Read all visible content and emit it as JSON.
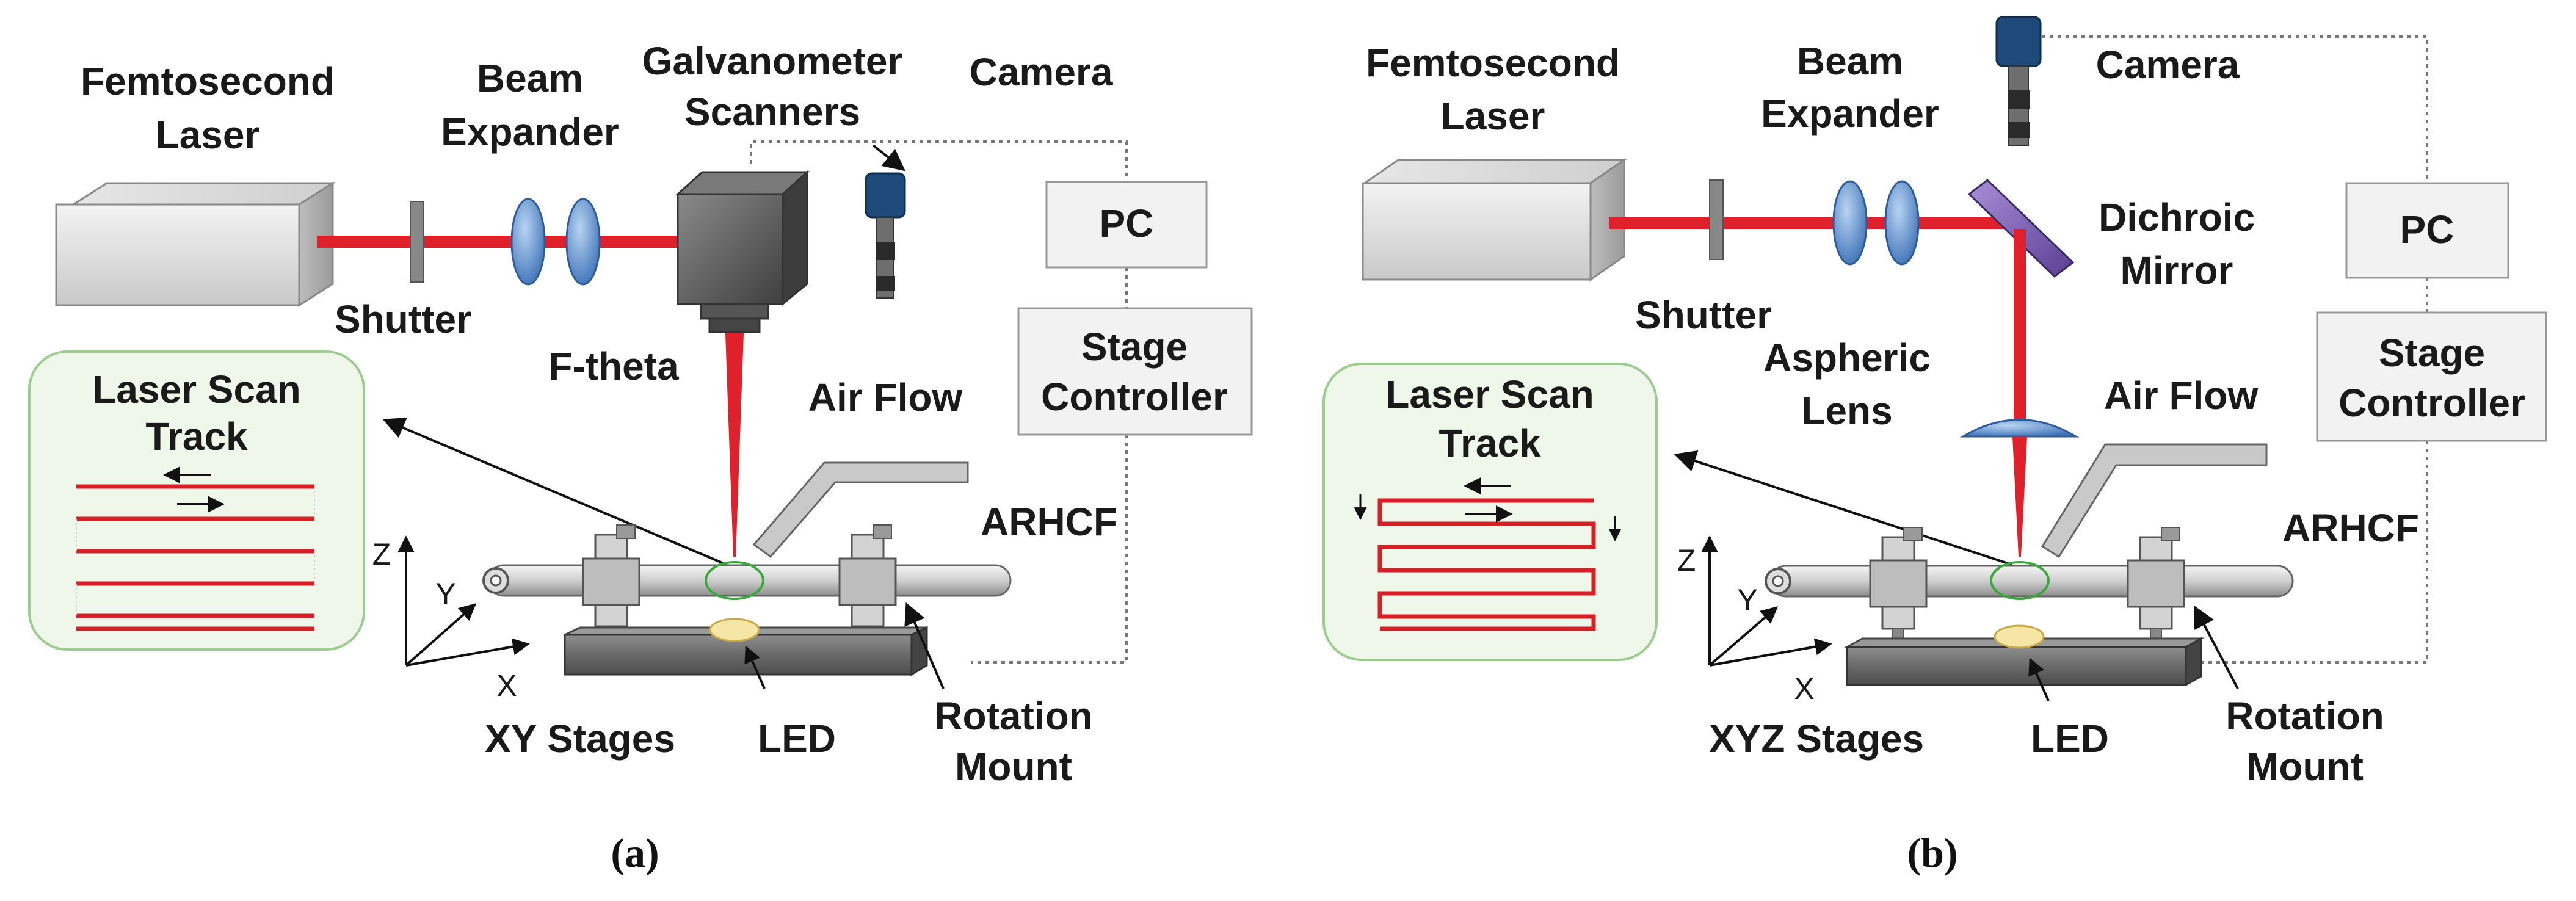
{
  "colors": {
    "laser_beam": "#e0202a",
    "lens": "#5b8fd0",
    "green_panel_border": "#9ccd8e",
    "green_panel_fill": "#eef7ea",
    "camera_body": "#1d4a78",
    "box_fill": "#f2f2f2"
  },
  "panel_a": {
    "femtosecond_laser": [
      "Femtosecond",
      "Laser"
    ],
    "beam_expander": [
      "Beam",
      "Expander"
    ],
    "galvanometer": [
      "Galvanometer",
      "Scanners"
    ],
    "camera": "Camera",
    "pc": "PC",
    "stage_controller": [
      "Stage",
      "Controller"
    ],
    "shutter": "Shutter",
    "ftheta": "F-theta",
    "laser_scan_track": [
      "Laser Scan",
      "Track"
    ],
    "air_flow": "Air Flow",
    "arhcf": "ARHCF",
    "axis_z": "Z",
    "axis_y": "Y",
    "axis_x": "X",
    "stages": "XY Stages",
    "led": "LED",
    "rotation_mount": [
      "Rotation",
      "Mount"
    ],
    "caption": "(a)"
  },
  "panel_b": {
    "femtosecond_laser": [
      "Femtosecond",
      "Laser"
    ],
    "beam_expander": [
      "Beam",
      "Expander"
    ],
    "camera": "Camera",
    "dichroic_mirror": [
      "Dichroic",
      "Mirror"
    ],
    "pc": "PC",
    "stage_controller": [
      "Stage",
      "Controller"
    ],
    "shutter": "Shutter",
    "aspheric_lens": [
      "Aspheric",
      "Lens"
    ],
    "laser_scan_track": [
      "Laser Scan",
      "Track"
    ],
    "air_flow": "Air Flow",
    "arhcf": "ARHCF",
    "axis_z": "Z",
    "axis_y": "Y",
    "axis_x": "X",
    "stages": "XYZ Stages",
    "led": "LED",
    "rotation_mount": [
      "Rotation",
      "Mount"
    ],
    "caption": "(b)"
  }
}
